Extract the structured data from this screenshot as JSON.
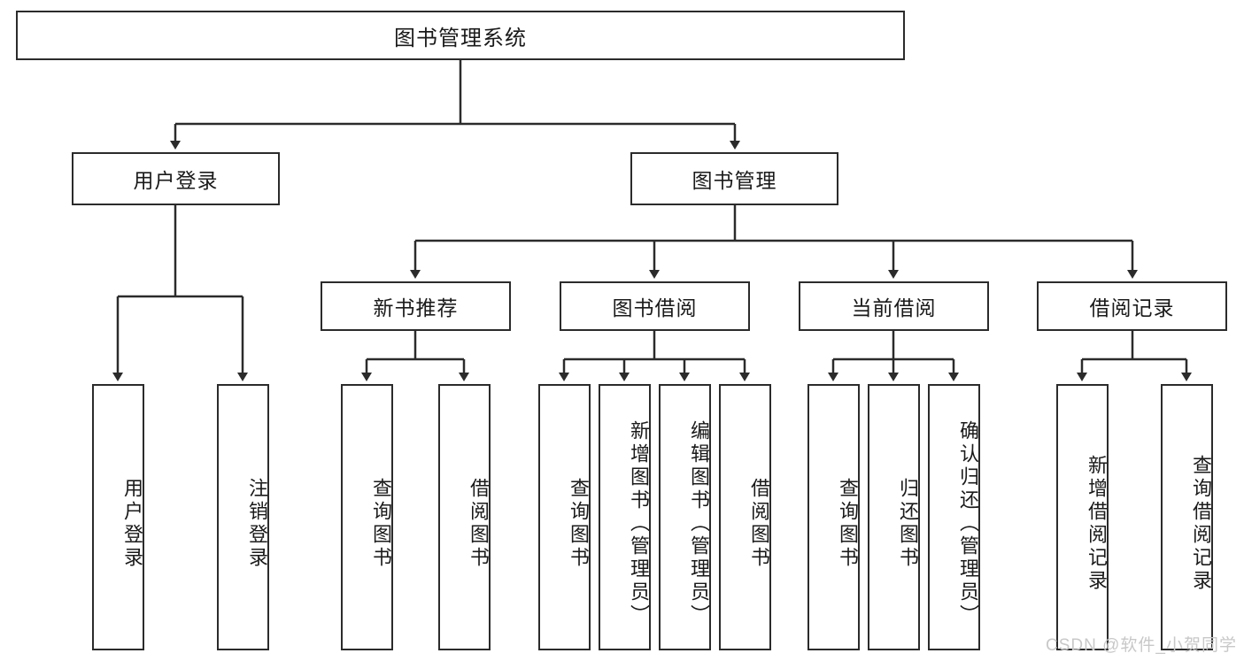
{
  "diagram": {
    "type": "tree-hierarchy-chart",
    "title": "图书管理系统",
    "watermark": "CSDN @软件_小贺同学",
    "colors": {
      "box_border": "#2b2b2b",
      "box_fill": "#ffffff",
      "connector": "#2b2b2b",
      "text": "#1a1a1a",
      "watermark": "#c8c8c8",
      "background": "#ffffff"
    },
    "levels": {
      "root": {
        "label": "图书管理系统"
      },
      "level2": [
        {
          "label": "用户登录"
        },
        {
          "label": "图书管理"
        }
      ],
      "level3": [
        {
          "label": "新书推荐"
        },
        {
          "label": "图书借阅"
        },
        {
          "label": "当前借阅"
        },
        {
          "label": "借阅记录"
        }
      ],
      "leaves": [
        {
          "label": "用户登录",
          "parent": "用户登录"
        },
        {
          "label": "注销登录",
          "parent": "用户登录"
        },
        {
          "label": "查询图书",
          "parent": "新书推荐"
        },
        {
          "label": "借阅图书",
          "parent": "新书推荐"
        },
        {
          "label": "查询图书",
          "parent": "图书借阅"
        },
        {
          "label": "新增图书（管理员）",
          "parent": "图书借阅"
        },
        {
          "label": "编辑图书（管理员）",
          "parent": "图书借阅"
        },
        {
          "label": "借阅图书",
          "parent": "图书借阅"
        },
        {
          "label": "查询图书",
          "parent": "当前借阅"
        },
        {
          "label": "归还图书",
          "parent": "当前借阅"
        },
        {
          "label": "确认归还（管理员）",
          "parent": "当前借阅"
        },
        {
          "label": "新增借阅记录",
          "parent": "借阅记录"
        },
        {
          "label": "查询借阅记录",
          "parent": "借阅记录"
        }
      ]
    }
  }
}
